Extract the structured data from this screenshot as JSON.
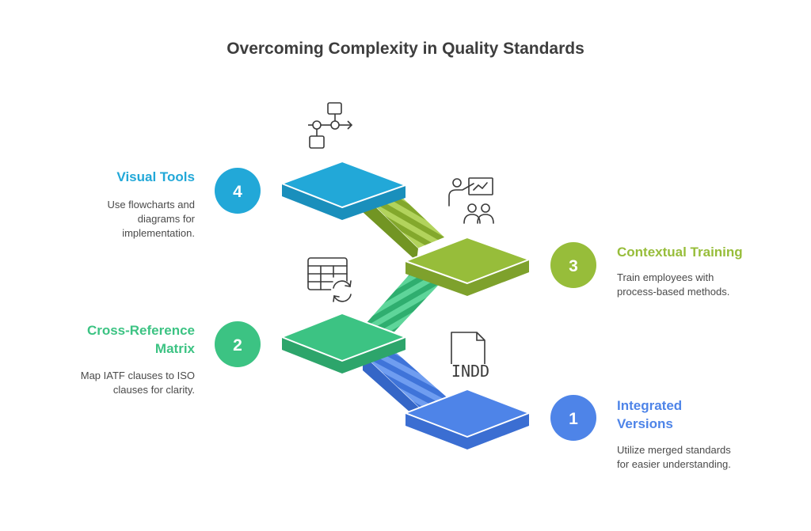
{
  "title": "Overcoming Complexity in Quality Standards",
  "steps": [
    {
      "number": "1",
      "heading_line1": "Integrated",
      "heading_line2": "Versions",
      "desc_line1": "Utilize merged standards",
      "desc_line2": "for easier understanding.",
      "color": "#4E84E8",
      "icon": "indd-file-icon",
      "icon_text": "INDD"
    },
    {
      "number": "2",
      "heading_line1": "Cross-Reference",
      "heading_line2": "Matrix",
      "desc_line1": "Map IATF clauses to ISO",
      "desc_line2": "clauses for clarity.",
      "color": "#3CC383",
      "icon": "table-refresh-icon"
    },
    {
      "number": "3",
      "heading_line1": "Contextual Training",
      "heading_line2": "",
      "desc_line1": "Train employees with",
      "desc_line2": "process-based methods.",
      "color": "#97BD3A",
      "icon": "presentation-training-icon"
    },
    {
      "number": "4",
      "heading_line1": "Visual Tools",
      "heading_line2": "",
      "desc_line1": "Use flowcharts and",
      "desc_line2": "diagrams for",
      "desc_line3": "implementation.",
      "color": "#22A8D8",
      "icon": "flowchart-icon"
    }
  ]
}
